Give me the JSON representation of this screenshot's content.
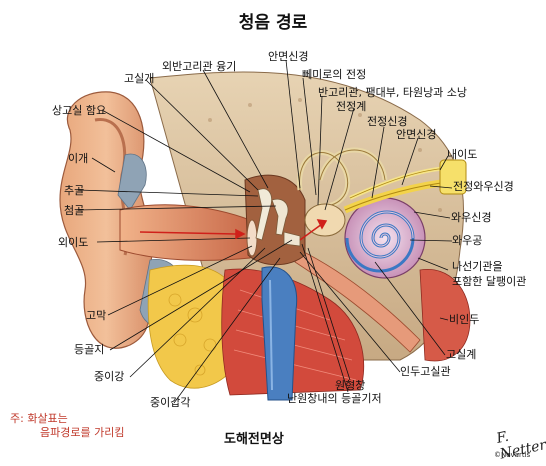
{
  "title": "청음 경로",
  "caption": "도해전면상",
  "note": {
    "line1": "주: 화살표는",
    "line2": "음파경로를 가리킴"
  },
  "logo": {
    "signature": "F. Netter",
    "brand": "©Novartis"
  },
  "labels": {
    "oebangori": "외반고리관 융기",
    "anmyeon_top": "안면신경",
    "gosilgae_top": "고실개",
    "maemiro": "뻬미로의 전정",
    "bangoe": "반고리관, 팽대부, 타원낭과 소낭",
    "sanggosil": "상고실 함요",
    "jeonjeonggye": "전정계",
    "jeonjeong_nerve": "전정신경",
    "anmyeon_right": "안면신경",
    "iigae": "이개",
    "naeido": "내이도",
    "chugol": "추골",
    "jeonjeongwau": "전정와우신경",
    "cheomgol": "첨골",
    "wau_nerve": "와우신경",
    "oeido": "외이도",
    "waugong": "와우공",
    "naseon1": "나선기관을",
    "naseon2": "포함한 달팽이관",
    "gomak": "고막",
    "biindu": "비인두",
    "deunggolji": "등골지",
    "gosilgae_right": "고실계",
    "junggang": "중이강",
    "indu": "인두고실관",
    "wonhyeong": "원형창",
    "junggapgak": "중이갑각",
    "nanwon": "난원창내의 등골기저"
  }
}
